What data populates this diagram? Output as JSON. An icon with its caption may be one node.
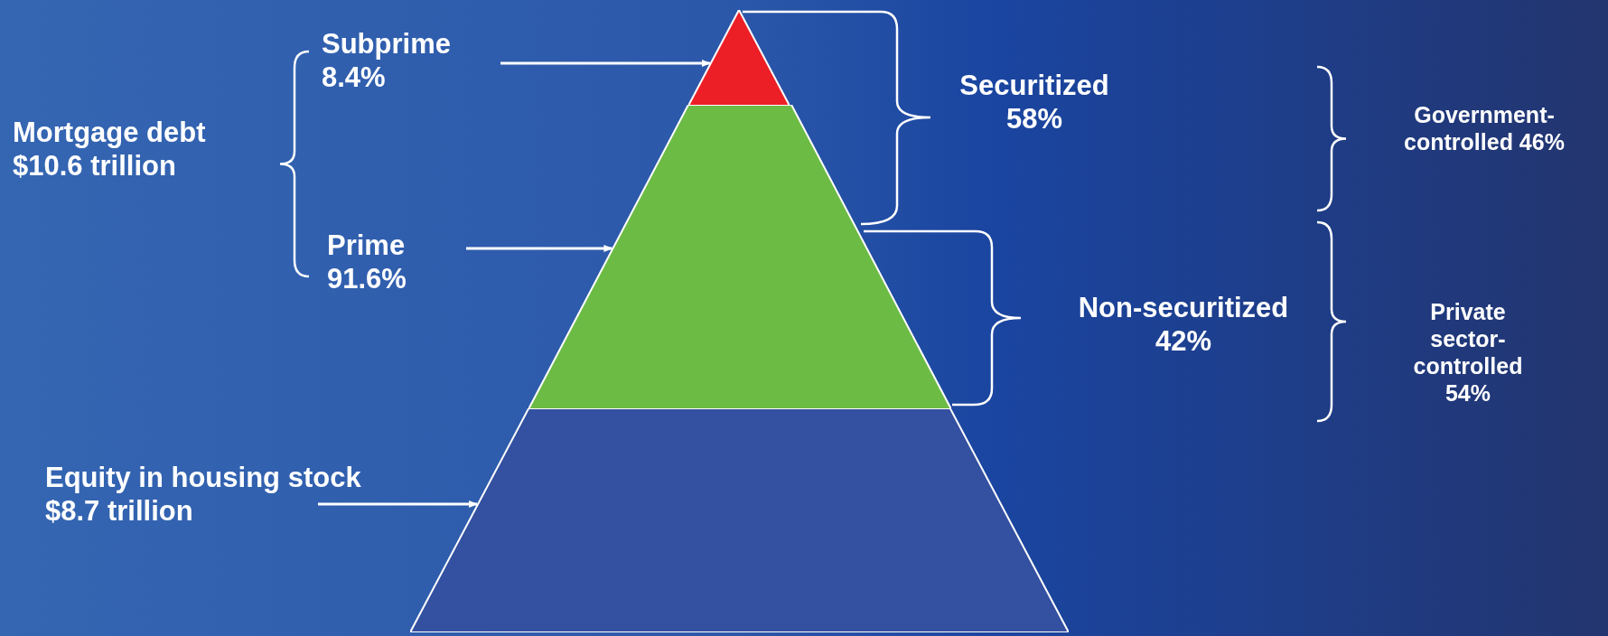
{
  "diagram": {
    "nodes": [
      {
        "text": [
          "Subprime 8.4%"
        ]
      },
      {
        "text": [
          "Prime 91.6%"
        ]
      },
      {
        "text": [
          "Equity in housing stock $8.7 trillion"
        ]
      },
      {
        "text": [],
        "shape": "triangle"
      },
      {
        "text": [],
        "shape": "trapezoid"
      },
      {
        "text": [],
        "shape": "trapezoid"
      }
    ],
    "edges": [
      {
        "from": 0,
        "to": 3,
        "arrow": "to"
      },
      {
        "from": 1,
        "to": 4,
        "arrow": "to"
      },
      {
        "from": 2,
        "to": 5,
        "arrow": "to"
      }
    ],
    "labels": [
      "Mortgage debt $10.6 trillion",
      "Securitized 58%",
      "Government-controlled 46%",
      "Non-securitized 42%",
      "Private sector-controlled 54%"
    ]
  }
}
